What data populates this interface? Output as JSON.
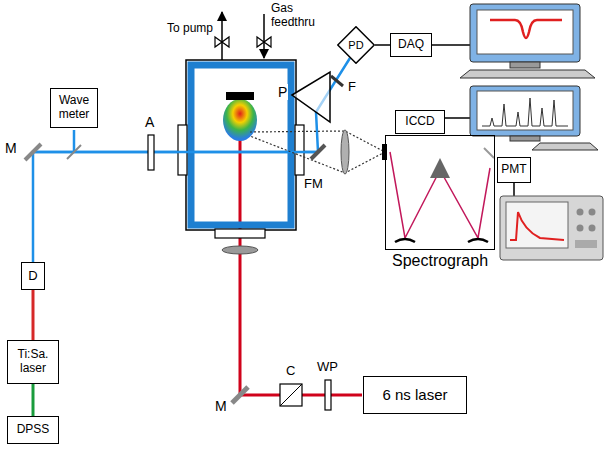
{
  "diagram": {
    "nodes": [
      {
        "text": [
          "Wave meter"
        ]
      },
      {
        "text": [
          "D"
        ]
      },
      {
        "text": [
          "PD"
        ]
      },
      {
        "text": [
          "DAQ"
        ]
      },
      {
        "text": [
          "ICCD"
        ]
      },
      {
        "text": [
          "PMT"
        ]
      },
      {
        "text": [
          "Spectrograph"
        ]
      },
      {
        "text": [
          "Ti:Sa. laser"
        ]
      },
      {
        "text": [
          "6 ns laser"
        ]
      },
      {
        "text": [
          "DPSS"
        ]
      }
    ],
    "edges": [
      {
        "from": 9,
        "to": 7,
        "arrow": "none"
      },
      {
        "from": 7,
        "to": 1,
        "arrow": "none"
      },
      {
        "from": 2,
        "to": 3,
        "arrow": "none"
      }
    ],
    "labels": [
      "To pump",
      "Gas feedthru",
      "M",
      "A",
      "F",
      "P",
      "FM",
      "M",
      "C",
      "WP"
    ]
  }
}
